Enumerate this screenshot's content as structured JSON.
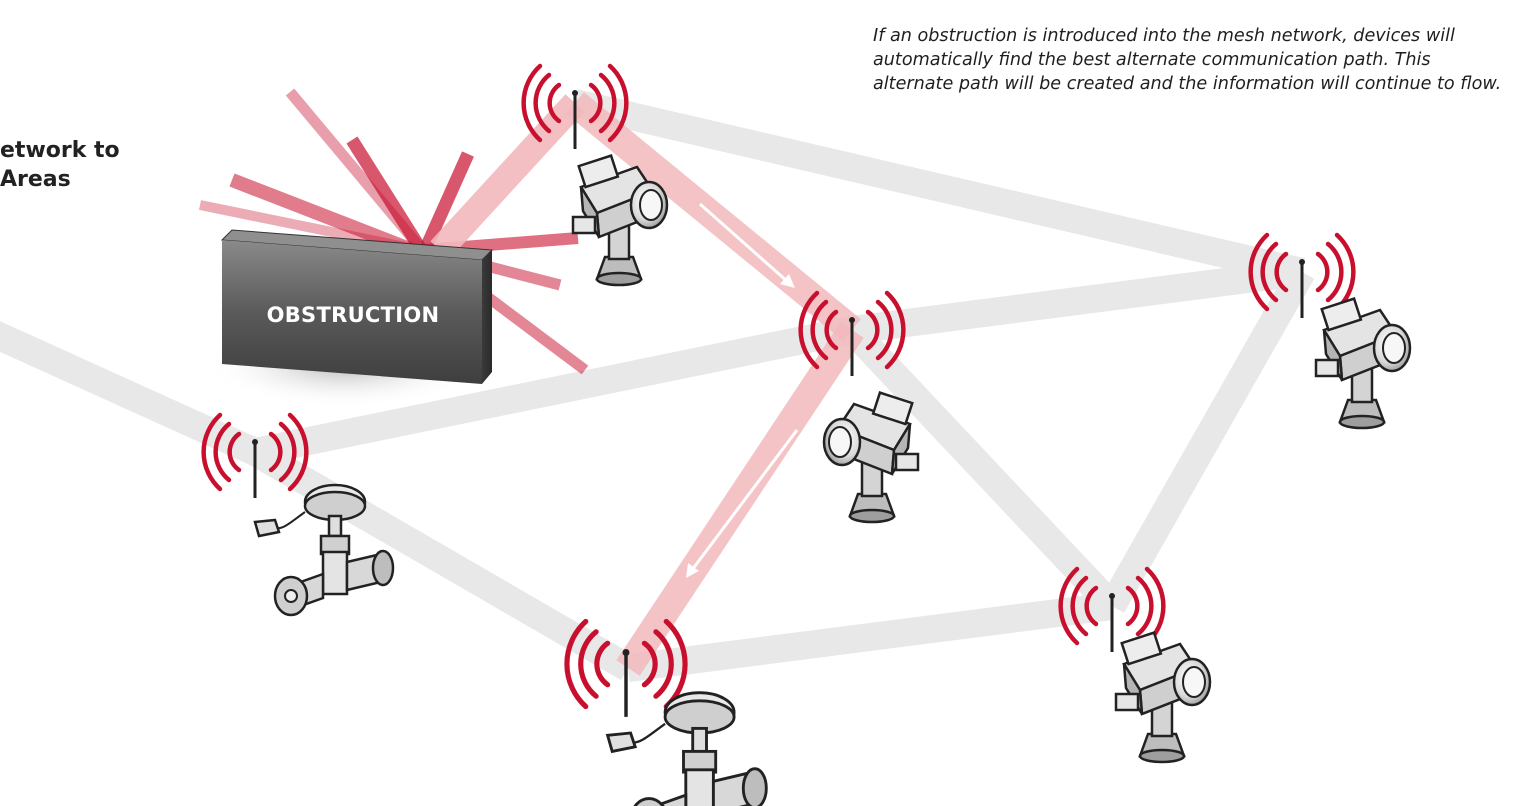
{
  "heading": {
    "line1": "etwork to",
    "line2": "Areas"
  },
  "caption": "If an obstruction is introduced into the mesh network, devices will automatically find the best alternate communication path. This alternate path will be created and the information will continue to flow.",
  "obstruction": {
    "label": "OBSTRUCTION"
  },
  "colors": {
    "link": "#e8e8e8",
    "active_link": "#f2b8bc",
    "signal": "#c8102e",
    "obstruction": "#555555"
  },
  "icons": {
    "device_camera": "security-camera-icon",
    "device_valve": "pipe-valve-icon",
    "signal": "wireless-signal-icon"
  }
}
